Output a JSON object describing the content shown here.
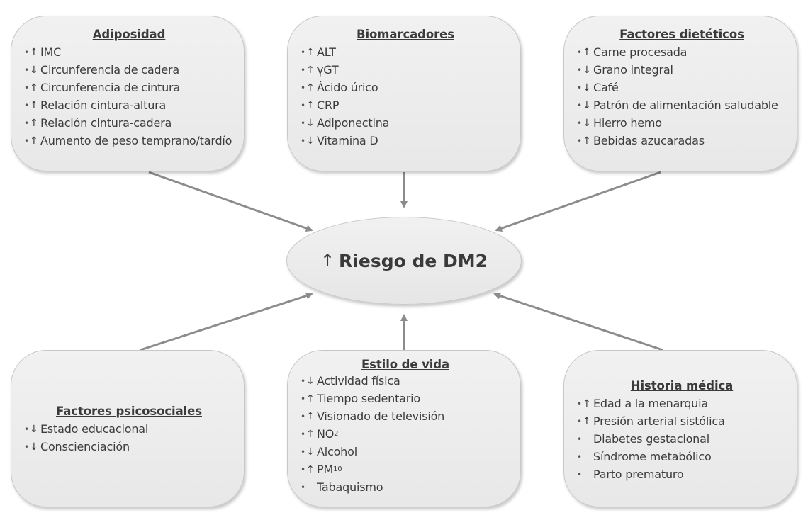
{
  "center": {
    "arrow": "up",
    "label": "Riesgo de DM2"
  },
  "colors": {
    "box_fill": "#ececec",
    "border": "#c8c8c8",
    "arrow": "#8c8c8c",
    "text": "#3c3c3c"
  },
  "boxes": {
    "adiposidad": {
      "title": "Adiposidad",
      "items": [
        {
          "dir": "up",
          "text": "IMC"
        },
        {
          "dir": "down",
          "text": "Circunferencia de cadera"
        },
        {
          "dir": "up",
          "text": "Circunferencia de cintura"
        },
        {
          "dir": "up",
          "text": "Relación cintura-altura"
        },
        {
          "dir": "up",
          "text": "Relación cintura-cadera"
        },
        {
          "dir": "up",
          "text": "Aumento de peso temprano/tardío"
        }
      ]
    },
    "biomarcadores": {
      "title": "Biomarcadores",
      "items": [
        {
          "dir": "up",
          "text": "ALT"
        },
        {
          "dir": "up",
          "text": "γGT"
        },
        {
          "dir": "up",
          "text": "Ácido úrico"
        },
        {
          "dir": "up",
          "text": "CRP"
        },
        {
          "dir": "down",
          "text": "Adiponectina"
        },
        {
          "dir": "down",
          "text": "Vitamina D"
        }
      ]
    },
    "dieteticos": {
      "title": "Factores dietéticos",
      "items": [
        {
          "dir": "up",
          "text": "Carne procesada"
        },
        {
          "dir": "down",
          "text": "Grano integral"
        },
        {
          "dir": "down",
          "text": "Café"
        },
        {
          "dir": "down",
          "text": "Patrón de alimentación saludable"
        },
        {
          "dir": "down",
          "text": "Hierro hemo"
        },
        {
          "dir": "up",
          "text": "Bebidas azucaradas"
        }
      ]
    },
    "psicosociales": {
      "title": "Factores psicosociales",
      "items": [
        {
          "dir": "down",
          "text": "Estado educacional"
        },
        {
          "dir": "down",
          "text": "Conscienciación"
        }
      ]
    },
    "estilo": {
      "title": "Estilo de vida",
      "items": [
        {
          "dir": "down",
          "text": "Actividad física"
        },
        {
          "dir": "up",
          "text": "Tiempo sedentario"
        },
        {
          "dir": "up",
          "text": "Visionado de televisión"
        },
        {
          "dir": "up",
          "text": "NO",
          "sub": "2"
        },
        {
          "dir": "down",
          "text": "Alcohol"
        },
        {
          "dir": "up",
          "text": "PM",
          "sub": "10"
        },
        {
          "dir": "none",
          "text": "Tabaquismo"
        }
      ]
    },
    "historia": {
      "title": "Historia médica",
      "items": [
        {
          "dir": "up",
          "text": "Edad a la menarquia"
        },
        {
          "dir": "up",
          "text": "Presión arterial sistólica"
        },
        {
          "dir": "none",
          "text": "Diabetes gestacional"
        },
        {
          "dir": "none",
          "text": "Síndrome metabólico"
        },
        {
          "dir": "none",
          "text": "Parto prematuro"
        }
      ]
    }
  }
}
